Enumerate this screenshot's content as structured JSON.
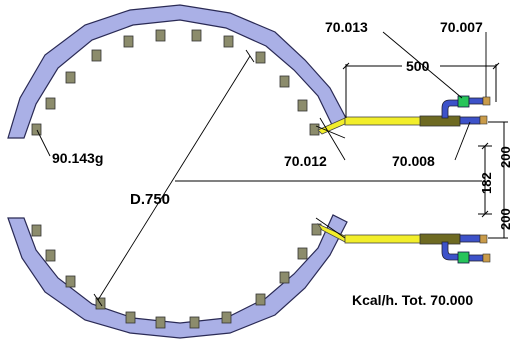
{
  "labels": {
    "diameter": "D.750",
    "part_top_left": "70.013",
    "part_top_right": "70.007",
    "part_upper_burner": "70.012",
    "part_lower_valve": "70.008",
    "burner_ref": "90.143g",
    "dim_length": "500",
    "dim_upper": "200",
    "dim_center": "182",
    "dim_lower": "200",
    "total_power": "Kcal/h. Tot. 70.000"
  },
  "colors": {
    "ring": "#aab0e6",
    "burner": "#8c8c6c",
    "pipe_yellow": "#f2ee2a",
    "pipe_olive": "#6e6a22",
    "pipe_blue": "#3d52c9",
    "valve_green": "#27c45a"
  }
}
